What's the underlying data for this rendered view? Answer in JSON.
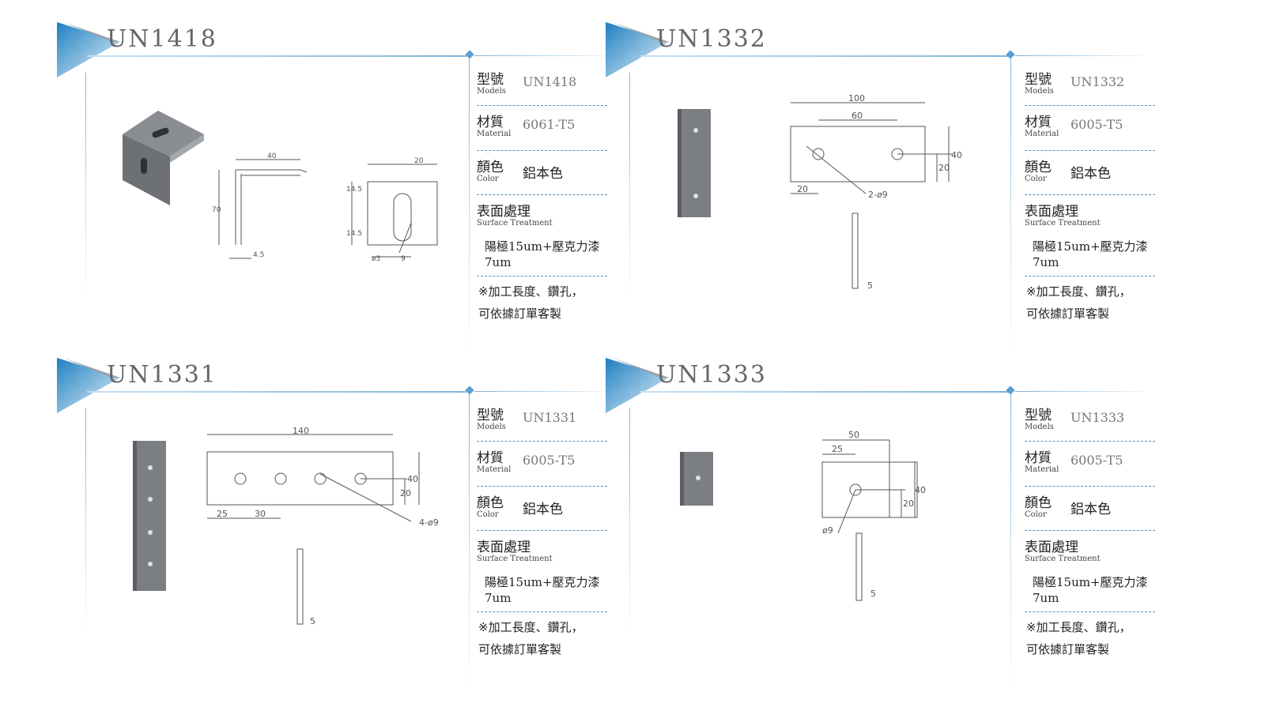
{
  "labels": {
    "model_zh": "型號",
    "model_en": "Models",
    "material_zh": "材質",
    "material_en": "Material",
    "color_zh": "顏色",
    "color_en": "Color",
    "surface_zh": "表面處理",
    "surface_en": "Surface Treatment"
  },
  "products": [
    {
      "model": "UN1418",
      "material": "6061-T5",
      "color": "鋁本色",
      "surface": "陽極15um+壓克力漆7um",
      "note1": "※加工長度、鑽孔，",
      "note2": "可依據訂單客製",
      "dims": {
        "w": "40",
        "h": "70",
        "t": "4.5",
        "w2": "20",
        "a": "14.5",
        "b": "14.5",
        "d": "ø3",
        "e": "9"
      }
    },
    {
      "model": "UN1332",
      "material": "6005-T5",
      "color": "鋁本色",
      "surface": "陽極15um+壓克力漆7um",
      "note1": "※加工長度、鑽孔，",
      "note2": "可依據訂單客製",
      "dims": {
        "len": "100",
        "pitch": "60",
        "h": "40",
        "hh": "20",
        "edge": "20",
        "hole": "2-ø9",
        "t": "5"
      }
    },
    {
      "model": "UN1331",
      "material": "6005-T5",
      "color": "鋁本色",
      "surface": "陽極15um+壓克力漆7um",
      "note1": "※加工長度、鑽孔，",
      "note2": "可依據訂單客製",
      "dims": {
        "len": "140",
        "edge": "25",
        "pitch": "30",
        "h": "40",
        "hh": "20",
        "hole": "4-ø9",
        "t": "5"
      }
    },
    {
      "model": "UN1333",
      "material": "6005-T5",
      "color": "鋁本色",
      "surface": "陽極15um+壓克力漆7um",
      "note1": "※加工長度、鑽孔，",
      "note2": "可依據訂單客製",
      "dims": {
        "len": "50",
        "half": "25",
        "h": "40",
        "hh": "20",
        "hole": "ø9",
        "t": "5"
      }
    }
  ]
}
